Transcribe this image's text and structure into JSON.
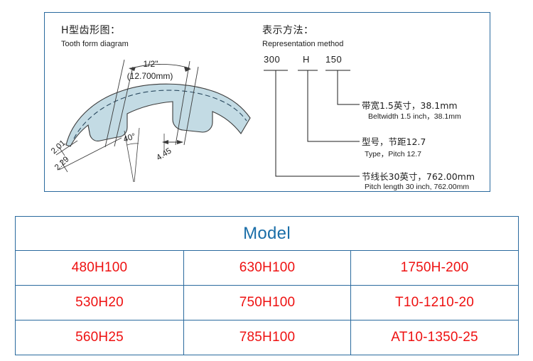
{
  "tooth_diagram": {
    "title_cn": "H型齿形图：",
    "title_en": "Tooth form diagram",
    "dimensions": {
      "pitch_inch": "1/2\"",
      "pitch_mm": "(12.700mm)",
      "tooth_height": "2.01",
      "belt_thickness": "2.29",
      "tooth_angle": "40°",
      "tooth_width": "4.45"
    }
  },
  "representation": {
    "title_cn": "表示方法：",
    "title_en": "Representation method",
    "code": {
      "length_code": "300",
      "type_code": "H",
      "width_code": "150"
    },
    "legend": [
      {
        "cn": "带宽1.5英寸，38.1mm",
        "en": "Beltwidth 1.5 inch，38.1mm"
      },
      {
        "cn": "型号，节距12.7",
        "en": "Type，Pitch 12.7"
      },
      {
        "cn": "节线长30英寸，762.00mm",
        "en": "Pitch length 30 inch, 762.00mm"
      }
    ]
  },
  "model_table": {
    "header": "Model",
    "rows": [
      [
        "480H100",
        "630H100",
        "1750H-200"
      ],
      [
        "530H20",
        "750H100",
        "T10-1210-20"
      ],
      [
        "560H25",
        "785H100",
        "AT10-1350-25"
      ]
    ]
  },
  "colors": {
    "border_blue": "#2a6a9e",
    "header_blue": "#1a6ea8",
    "model_red": "#ee1111",
    "belt_fill": "#c3dbe4",
    "line_dark": "#1d1d1d"
  }
}
